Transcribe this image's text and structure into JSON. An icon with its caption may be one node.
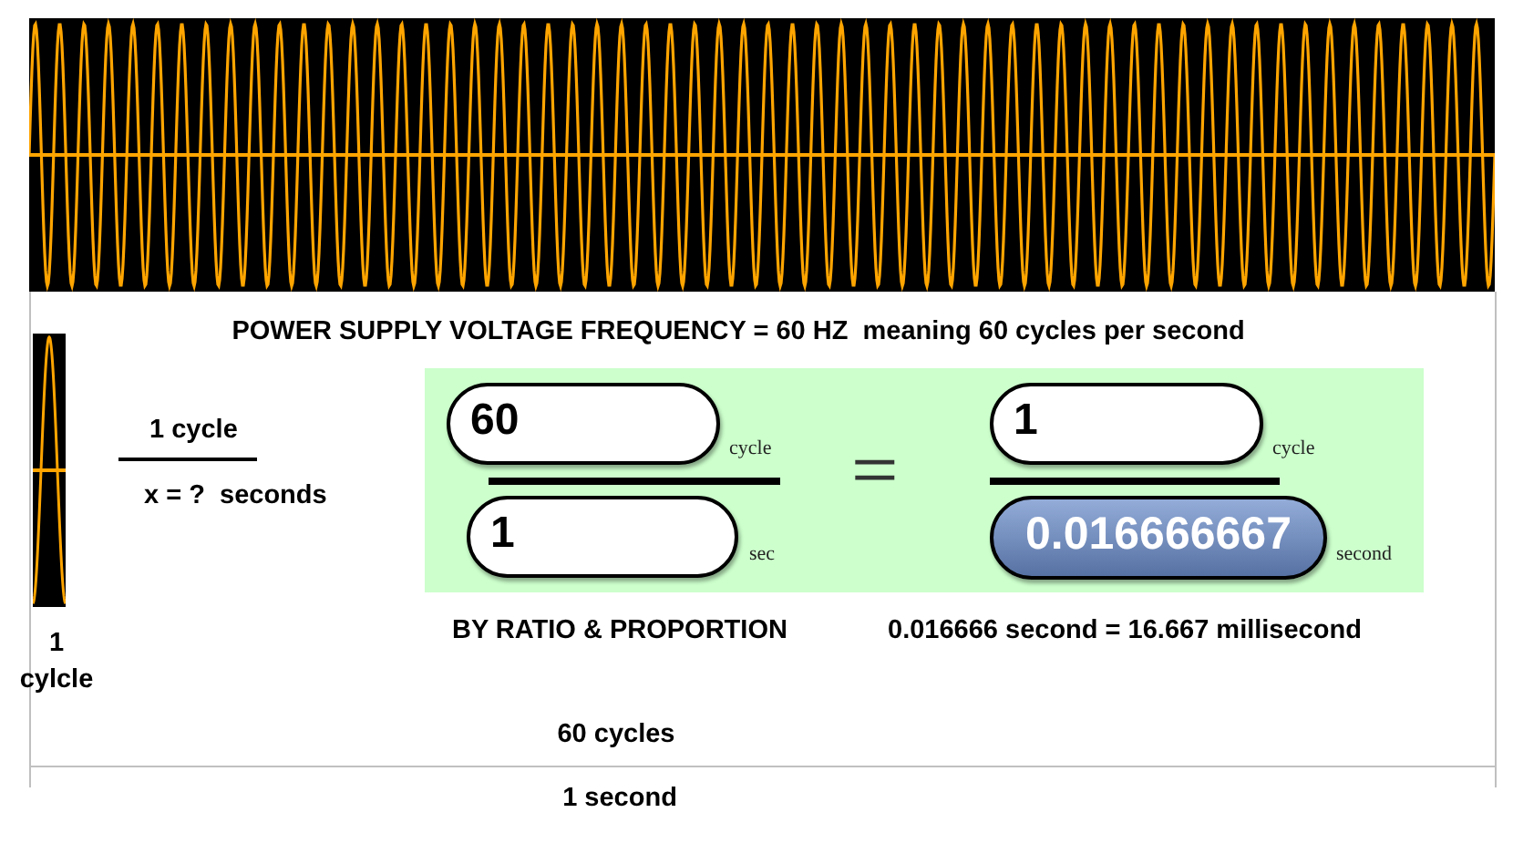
{
  "diagram": {
    "title": "POWER SUPPLY VOLTAGE FREQUENCY = 60 HZ  meaning 60 cycles per second",
    "nodes": [
      {
        "text": [],
        "shape": "box"
      },
      {
        "text": [
          "60"
        ],
        "beside": [
          "cycle"
        ],
        "in": 0
      },
      {
        "text": [
          "1"
        ],
        "beside": [
          "cycle"
        ],
        "in": 0
      },
      {
        "text": [
          "1"
        ],
        "beside": [
          "sec"
        ],
        "in": 0
      },
      {
        "text": [
          "0.016666667"
        ],
        "beside": [
          "second"
        ],
        "in": 0
      }
    ],
    "labels": [
      "1 cycle",
      "x = ?  seconds",
      "=",
      "1 cylcle",
      "BY RATIO & PROPORTION",
      "0.016666 second = 16.667 millisecond",
      "60 cycles",
      "1 second"
    ]
  }
}
